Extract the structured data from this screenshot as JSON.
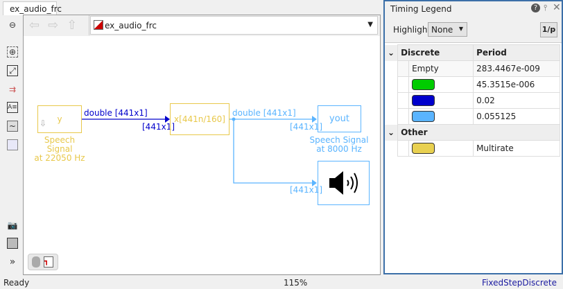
{
  "tab": {
    "label": "ex_audio_frc"
  },
  "breadcrumb": {
    "model": "ex_audio_frc"
  },
  "toolbar": {
    "icons": [
      "hide-browser-icon",
      "zoom-icon",
      "fit-view-icon",
      "signal-lines-icon",
      "annotation-icon",
      "image-icon",
      "area-icon",
      "screenshot-icon",
      "model-browser-icon",
      "more-icon"
    ]
  },
  "diagram": {
    "source": {
      "text": "y",
      "label": "Speech Signal at 22050 Hz",
      "label_l1": "Speech Signal",
      "label_l2": "at 22050 Hz"
    },
    "sig1": {
      "top": "double [441x1]",
      "bottom": "[441x1]"
    },
    "rc": {
      "text": "x[441n/160]"
    },
    "sig2": {
      "top": "double [441x1]",
      "dim1": "[441x1]",
      "dim2": "[441x1]"
    },
    "sink": {
      "text": "yout",
      "label_l1": "Speech Signal",
      "label_l2": "at 8000 Hz"
    },
    "colors": {
      "source": "#e8c84a",
      "fast": "#0000cc",
      "slow": "#5ab4ff"
    }
  },
  "legend": {
    "title": "Timing Legend",
    "highlight_label": "Highlight",
    "highlight_value": "None",
    "period_toggle": "1/p",
    "headers": {
      "group": "Discrete",
      "period": "Period"
    },
    "discrete": [
      {
        "swatch": "Empty",
        "color": null,
        "period": "283.4467e-009"
      },
      {
        "color": "#00cc00",
        "period": "45.3515e-006"
      },
      {
        "color": "#0000cc",
        "period": "0.02"
      },
      {
        "color": "#5ab4ff",
        "period": "0.055125"
      }
    ],
    "other_header": "Other",
    "other": [
      {
        "color": "#e8d050",
        "period": "Multirate"
      }
    ]
  },
  "status": {
    "left": "Ready",
    "zoom": "115%",
    "solver": "FixedStepDiscrete"
  }
}
